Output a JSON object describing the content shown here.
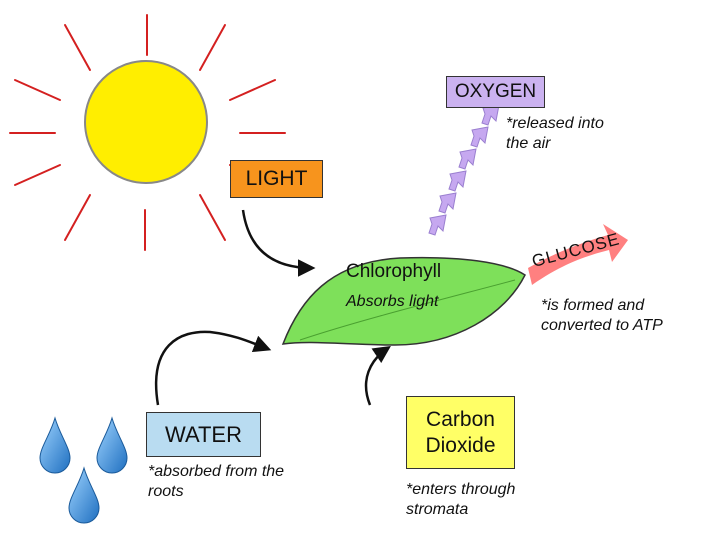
{
  "labels": {
    "oxygen": "OXYGEN",
    "oxygen_note": "*released into the air",
    "light": "LIGHT",
    "chlorophyll": "Chlorophyll",
    "absorbs": "Absorbs light",
    "glucose": "GLUCOSE",
    "glucose_note": "*is formed and converted to ATP",
    "water": "WATER",
    "water_note": "*absorbed from the roots",
    "carbon": "Carbon Dioxide",
    "carbon_note": "*enters through stromata"
  },
  "colors": {
    "sun": "#ffee00",
    "sun_rays": "#d42020",
    "leaf": "#7ee05a",
    "oxygen_box": "#cbb2f0",
    "light_box": "#f7941d",
    "water_box": "#b9dcf1",
    "carbon_box": "#ffff66",
    "glucose_arrow": "#ff8080",
    "oxygen_chevrons": "#c6a8f0",
    "water_drops": "#2f8fd8"
  },
  "icons": {
    "sun": "sun-icon",
    "leaf": "leaf-icon",
    "water_drop": "water-drop-icon"
  }
}
